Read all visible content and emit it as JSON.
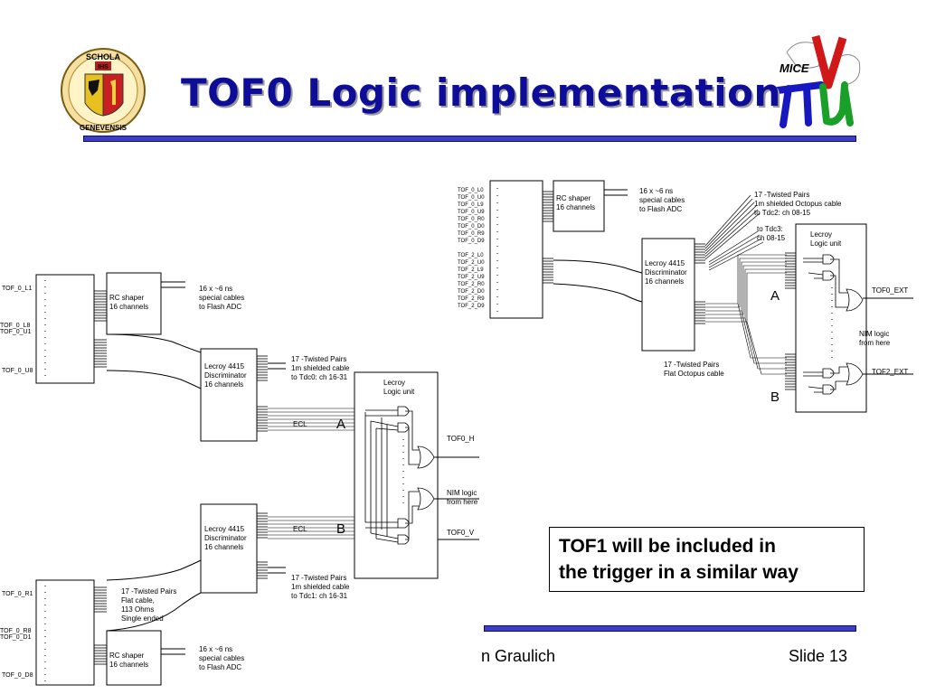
{
  "slide": {
    "title": "TOF0 Logic implementation",
    "footer_author": "n Graulich",
    "footer_slide": "Slide 13",
    "callout_line1": "TOF1 will be included in",
    "callout_line2": "the trigger in a similar way"
  },
  "logos": {
    "left": {
      "name": "geneva-seal-logo",
      "text_top": "SCHOLA",
      "text_bottom": "GENEVENSIS",
      "badge": "IHS"
    },
    "right": {
      "name": "mice-logo",
      "text": "MICE"
    }
  },
  "left_diagram": {
    "upper_signals": {
      "first": "TOF_0_L1",
      "mid_a": "TOF_0_L8",
      "mid_b": "TOF_0_U1",
      "last": "TOF_0_U8"
    },
    "lower_signals": {
      "first": "TOF_0_R1",
      "mid_a": "TOF_0_R8",
      "mid_b": "TOF_0_D1",
      "last": "TOF_0_D8"
    },
    "shaper_line1": "RC shaper",
    "shaper_line2": "16 channels",
    "cable_line1": "16 x ~6 ns",
    "cable_line2": "special cables",
    "cable_line3": "to Flash ADC",
    "disc_line1": "Lecroy 4415",
    "disc_line2": "Discriminator",
    "disc_line3": "16 channels",
    "tdc_upper_line1": "17 -Twisted Pairs",
    "tdc_upper_line2": "1m shielded cable",
    "tdc_upper_line3": "to Tdc0: ch 16-31",
    "tdc_lower_line3": "to Tdc1: ch 16-31",
    "flat_line1": "17 -Twisted Pairs",
    "flat_line2": "Flat cable,",
    "flat_line3": "113 Ohms",
    "flat_line4": "Single ended",
    "ecl": "ECL",
    "a": "A",
    "b": "B",
    "logic_line1": "Lecroy",
    "logic_line2": "Logic unit",
    "out_h": "TOF0_H",
    "out_v": "TOF0_V",
    "nim_line1": "NIM logic",
    "nim_line2": "from here"
  },
  "right_diagram": {
    "signals": [
      "TOF_0_L0",
      "TOF_0_U0",
      "TOF_0_L9",
      "TOF_0_U9",
      "TOF_0_R0",
      "TOF_0_D0",
      "TOF_0_R9",
      "TOF_0_D9",
      "TOF_2_L0",
      "TOF_2_U0",
      "TOF_2_L9",
      "TOF_2_U9",
      "TOF_2_R0",
      "TOF_2_D0",
      "TOF_2_R9",
      "TOF_2_D9"
    ],
    "shaper_line1": "RC shaper",
    "shaper_line2": "16 channels",
    "cable_line1": "16 x ~6 ns",
    "cable_line2": "special cables",
    "cable_line3": "to Flash ADC",
    "octo_line1": "17 -Twisted Pairs",
    "octo_line2": "1m shielded Octopus cable",
    "octo_line3": "to Tdc2: ch 08-15",
    "tdc3_line1": "to Tdc3:",
    "tdc3_line2": "ch 08-15",
    "disc_line1": "Lecroy 4415",
    "disc_line2": "Discriminator",
    "disc_line3": "16 channels",
    "flat_line1": "17 -Twisted Pairs",
    "flat_line2": "Flat Octopus cable",
    "logic_line1": "Lecroy",
    "logic_line2": "Logic unit",
    "a": "A",
    "b": "B",
    "out_top": "TOF0_EXT",
    "out_bottom": "TOF2_EXT",
    "nim_line1": "NIM logic",
    "nim_line2": "from here"
  }
}
